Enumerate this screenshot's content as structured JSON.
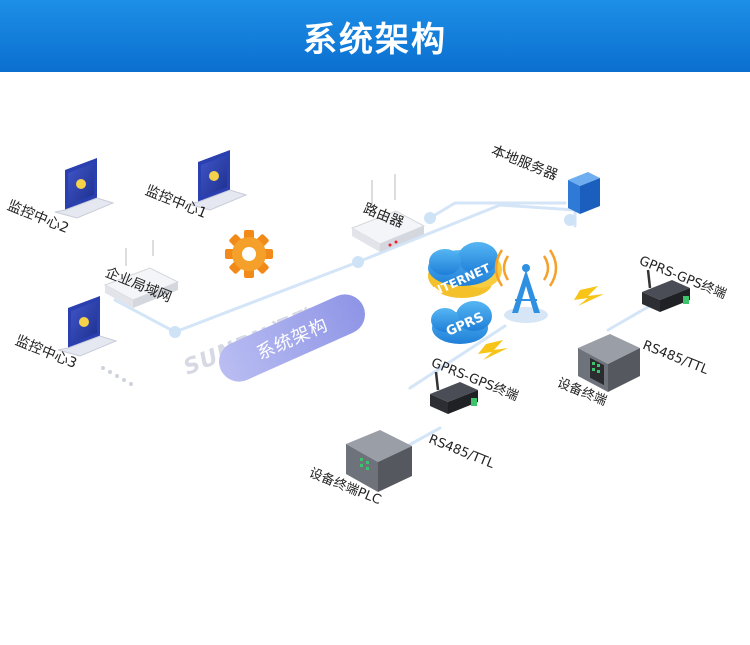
{
  "header": {
    "title": "系统架构"
  },
  "labels": {
    "monitor2": "监控中心2",
    "monitor1": "监控中心1",
    "monitor3": "监控中心3",
    "enterprise_lan": "企业局域网",
    "router": "路由器",
    "local_server": "本地服务器",
    "internet": "INTERNET",
    "gprs": "GPRS",
    "gprs_gps_right": "GPRS-GPS终端",
    "gprs_gps_center": "GPRS-GPS终端",
    "rs485_right": "RS485/TTL",
    "rs485_center": "RS485/TTL",
    "device_right": "设备终端",
    "device_plc": "设备终端PLC",
    "system_badge": "系统架构",
    "watermark": "SUNPN讯鹏"
  },
  "colors": {
    "header": "#0b6fd0",
    "line": "#cfe3f7",
    "pill": "#9aa0ea",
    "cloud": "#3aa0e8",
    "cloud_yellow": "#f5c12a",
    "gear": "#f28a1a",
    "lightning": "#f7c417",
    "tower": "#2f8fe0"
  }
}
